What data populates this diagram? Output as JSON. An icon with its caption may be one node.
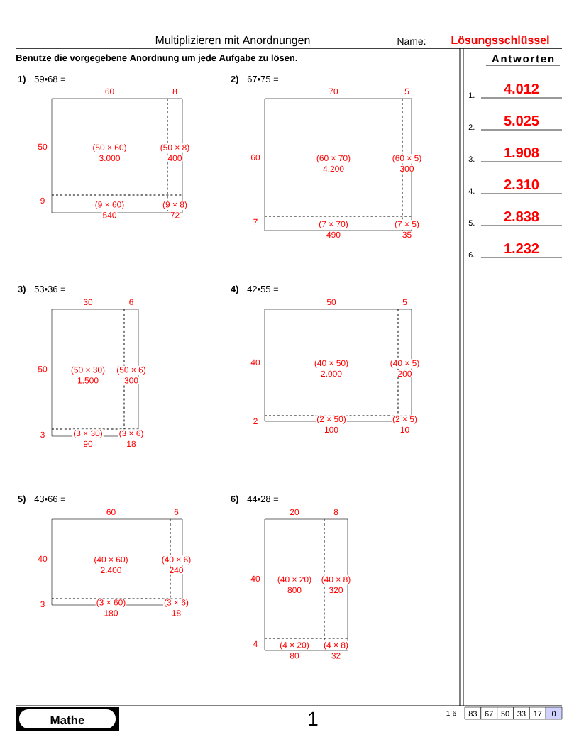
{
  "diagram": {
    "title": "Multiplizieren mit Anordnungen",
    "labels": [
      "Name:",
      "Lösungsschlüssel",
      "Benutze die vorgegebene Anordnung um jede Aufgabe zu lösen.",
      "Antworten",
      "1)",
      "59•68 =",
      "60",
      "8",
      "50",
      "9",
      "(50 × 60)",
      "3.000",
      "(50 × 8)",
      "400",
      "(9 × 60)",
      "540",
      "(9 × 8)",
      "72",
      "2)",
      "67•75 =",
      "70",
      "5",
      "60",
      "7",
      "(60 × 70)",
      "4.200",
      "(60 × 5)",
      "300",
      "(7 × 70)",
      "490",
      "(7 × 5)",
      "35",
      "3)",
      "53•36 =",
      "30",
      "6",
      "50",
      "3",
      "(50 × 30)",
      "1.500",
      "(50 × 6)",
      "300",
      "(3 × 30)",
      "90",
      "(3 × 6)",
      "18",
      "4)",
      "42•55 =",
      "50",
      "5",
      "40",
      "2",
      "(40 × 50)",
      "2.000",
      "(40 × 5)",
      "200",
      "(2 × 50)",
      "100",
      "(2 × 5)",
      "10",
      "5)",
      "43•66 =",
      "60",
      "6",
      "40",
      "3",
      "(40 × 60)",
      "2.400",
      "(40 × 6)",
      "240",
      "(3 × 60)",
      "180",
      "(3 × 6)",
      "18",
      "6)",
      "44•28 =",
      "20",
      "8",
      "40",
      "4",
      "(40 × 20)",
      "800",
      "(40 × 8)",
      "320",
      "(4 × 20)",
      "80",
      "(4 × 8)",
      "32",
      "1.",
      "4.012",
      "2.",
      "5.025",
      "3.",
      "1.908",
      "4.",
      "2.310",
      "5.",
      "2.838",
      "6.",
      "1.232",
      "Mathe",
      "1",
      "1-6",
      "83",
      "67",
      "50",
      "33",
      "17",
      "0"
    ]
  }
}
